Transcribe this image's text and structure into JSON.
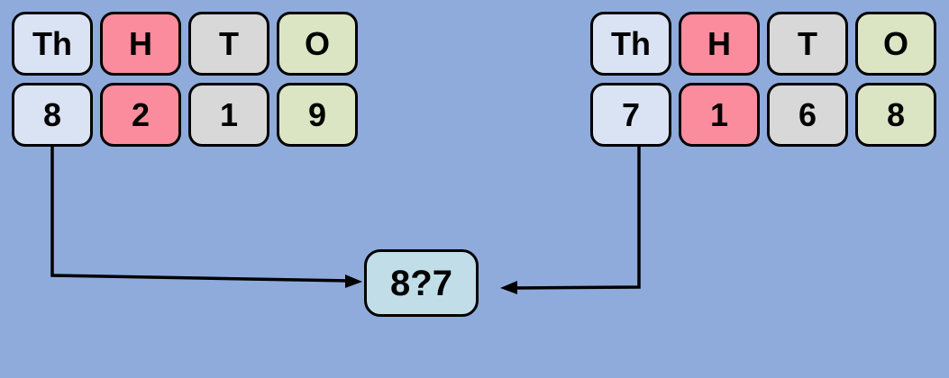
{
  "colors": {
    "background": "#8fabdc",
    "thousands": "#dae3f3",
    "hundreds": "#fa8c9d",
    "tens": "#d8d8d8",
    "ones": "#dbe5c3",
    "compare": "#c1dee8",
    "stroke": "#000000"
  },
  "left_chart": {
    "headers": [
      "Th",
      "H",
      "T",
      "O"
    ],
    "digits": [
      "8",
      "2",
      "1",
      "9"
    ]
  },
  "right_chart": {
    "headers": [
      "Th",
      "H",
      "T",
      "O"
    ],
    "digits": [
      "7",
      "1",
      "6",
      "8"
    ]
  },
  "comparison": {
    "value": "8?7"
  }
}
